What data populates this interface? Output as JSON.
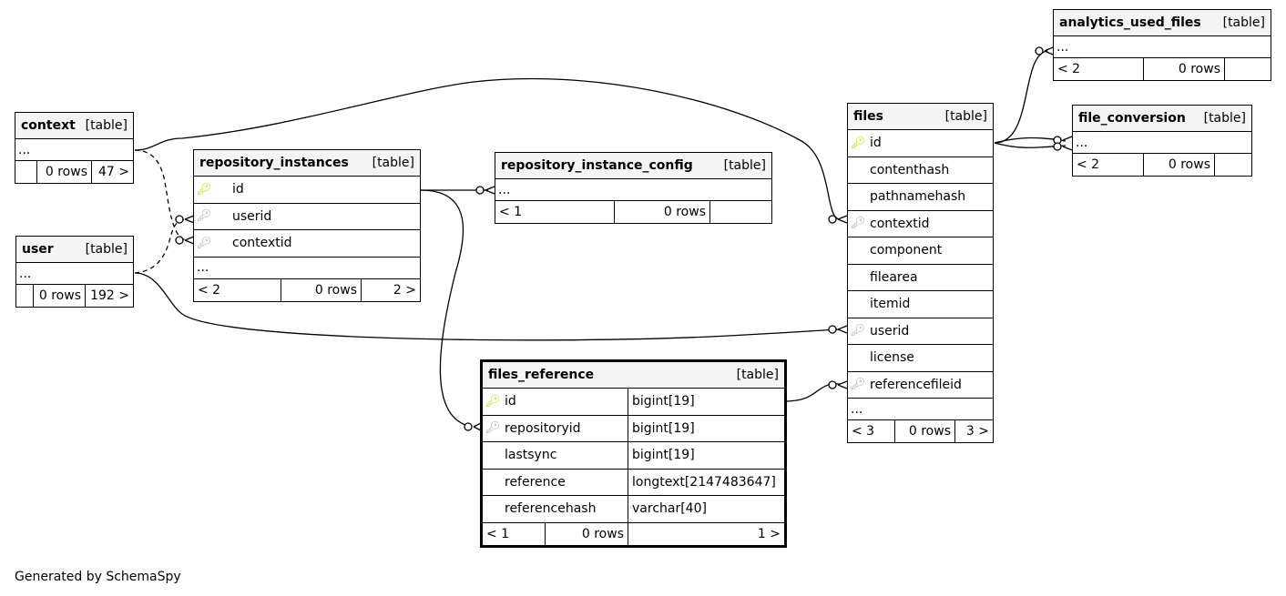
{
  "tables": {
    "context": {
      "name": "context",
      "type": "[table]",
      "ellipsis": "...",
      "foot": [
        "",
        "0 rows",
        "47 >"
      ]
    },
    "user": {
      "name": "user",
      "type": "[table]",
      "ellipsis": "...",
      "foot": [
        "",
        "0 rows",
        "192 >"
      ]
    },
    "repository_instances": {
      "name": "repository_instances",
      "type": "[table]",
      "columns": [
        "id",
        "userid",
        "contextid"
      ],
      "ellipsis": "...",
      "foot": [
        "< 2",
        "0 rows",
        "2 >"
      ]
    },
    "repository_instance_config": {
      "name": "repository_instance_config",
      "type": "[table]",
      "ellipsis": "...",
      "foot": [
        "< 1",
        "0 rows",
        ""
      ]
    },
    "files_reference": {
      "name": "files_reference",
      "type": "[table]",
      "columns": [
        {
          "name": "id",
          "type": "bigint[19]"
        },
        {
          "name": "repositoryid",
          "type": "bigint[19]"
        },
        {
          "name": "lastsync",
          "type": "bigint[19]"
        },
        {
          "name": "reference",
          "type": "longtext[2147483647]"
        },
        {
          "name": "referencehash",
          "type": "varchar[40]"
        }
      ],
      "foot": [
        "< 1",
        "0 rows",
        "1 >"
      ]
    },
    "files": {
      "name": "files",
      "type": "[table]",
      "columns": [
        "id",
        "contenthash",
        "pathnamehash",
        "contextid",
        "component",
        "filearea",
        "itemid",
        "userid",
        "license",
        "referencefileid"
      ],
      "ellipsis": "...",
      "foot": [
        "< 3",
        "0 rows",
        "3 >"
      ]
    },
    "analytics_used_files": {
      "name": "analytics_used_files",
      "type": "[table]",
      "ellipsis": "...",
      "foot": [
        "< 2",
        "0 rows",
        ""
      ]
    },
    "file_conversion": {
      "name": "file_conversion",
      "type": "[table]",
      "ellipsis": "...",
      "foot": [
        "< 2",
        "0 rows",
        ""
      ]
    }
  },
  "icons": {
    "primary_key": "key-icon-gold",
    "foreign_key": "key-icon-gray"
  },
  "colors": {
    "primary_key": "#d4c400",
    "foreign_key": "#a8a8a8",
    "header_bg": "#f4f4f4"
  },
  "footer": {
    "generated": "Generated by SchemaSpy"
  }
}
